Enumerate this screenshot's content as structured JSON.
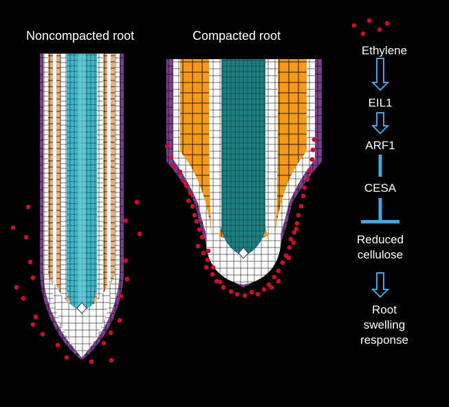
{
  "panels": {
    "left": {
      "title": "Noncompacted root"
    },
    "right": {
      "title": "Compacted root"
    }
  },
  "pathway": {
    "steps": [
      {
        "label": "Ethylene"
      },
      {
        "label": "EIL1"
      },
      {
        "label": "ARF1"
      },
      {
        "label": "CESA"
      },
      {
        "label": "Reduced\ncellulose"
      },
      {
        "label": "Root swelling\nresponse"
      }
    ],
    "links": [
      "activates",
      "activates",
      "acts-on",
      "inhibits",
      "activates"
    ]
  },
  "colors": {
    "background": "#000000",
    "noncompacted_stele": "#40b8c8",
    "compacted_stele": "#1f7f82",
    "noncompacted_cortex": "#e8b27c",
    "compacted_cortex": "#f19a1c",
    "epidermis": "#7a3f8a",
    "ethylene_dot": "#c8102e",
    "arrow": "#4aa3df"
  }
}
